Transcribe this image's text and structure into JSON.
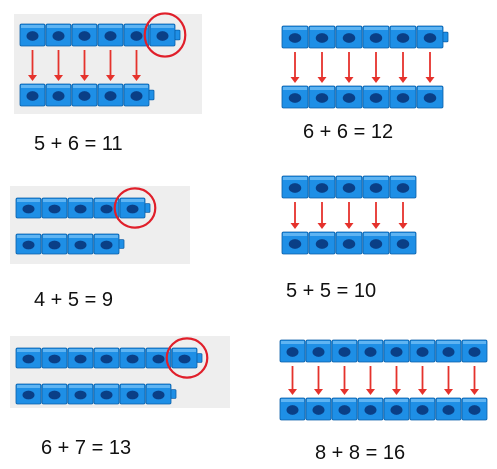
{
  "colors": {
    "cube": "#1e8fe6",
    "cube_hole": "#0a3f86",
    "arrow": "#e5322c",
    "circle": "#e01f2a",
    "panel_background": "#eeeeee"
  },
  "panels": [
    {
      "id": "p1",
      "equation": "5 + 6 = 11",
      "top_row_cubes": 6,
      "bottom_row_cubes": 5,
      "arrows": 5,
      "circled_extra_cube": true
    },
    {
      "id": "p2",
      "equation": "6 + 6 = 12",
      "top_row_cubes": 6,
      "bottom_row_cubes": 6,
      "arrows": 6,
      "circled_extra_cube": false
    },
    {
      "id": "p3",
      "equation": "4 + 5 = 9",
      "top_row_cubes": 5,
      "bottom_row_cubes": 4,
      "arrows": 0,
      "circled_extra_cube": true
    },
    {
      "id": "p4",
      "equation": "5 + 5 = 10",
      "top_row_cubes": 5,
      "bottom_row_cubes": 5,
      "arrows": 5,
      "circled_extra_cube": false
    },
    {
      "id": "p5",
      "equation": "6 + 7 = 13",
      "top_row_cubes": 7,
      "bottom_row_cubes": 6,
      "arrows": 0,
      "circled_extra_cube": true
    },
    {
      "id": "p6",
      "equation": "8 + 8 = 16",
      "top_row_cubes": 8,
      "bottom_row_cubes": 8,
      "arrows": 8,
      "circled_extra_cube": false
    }
  ]
}
